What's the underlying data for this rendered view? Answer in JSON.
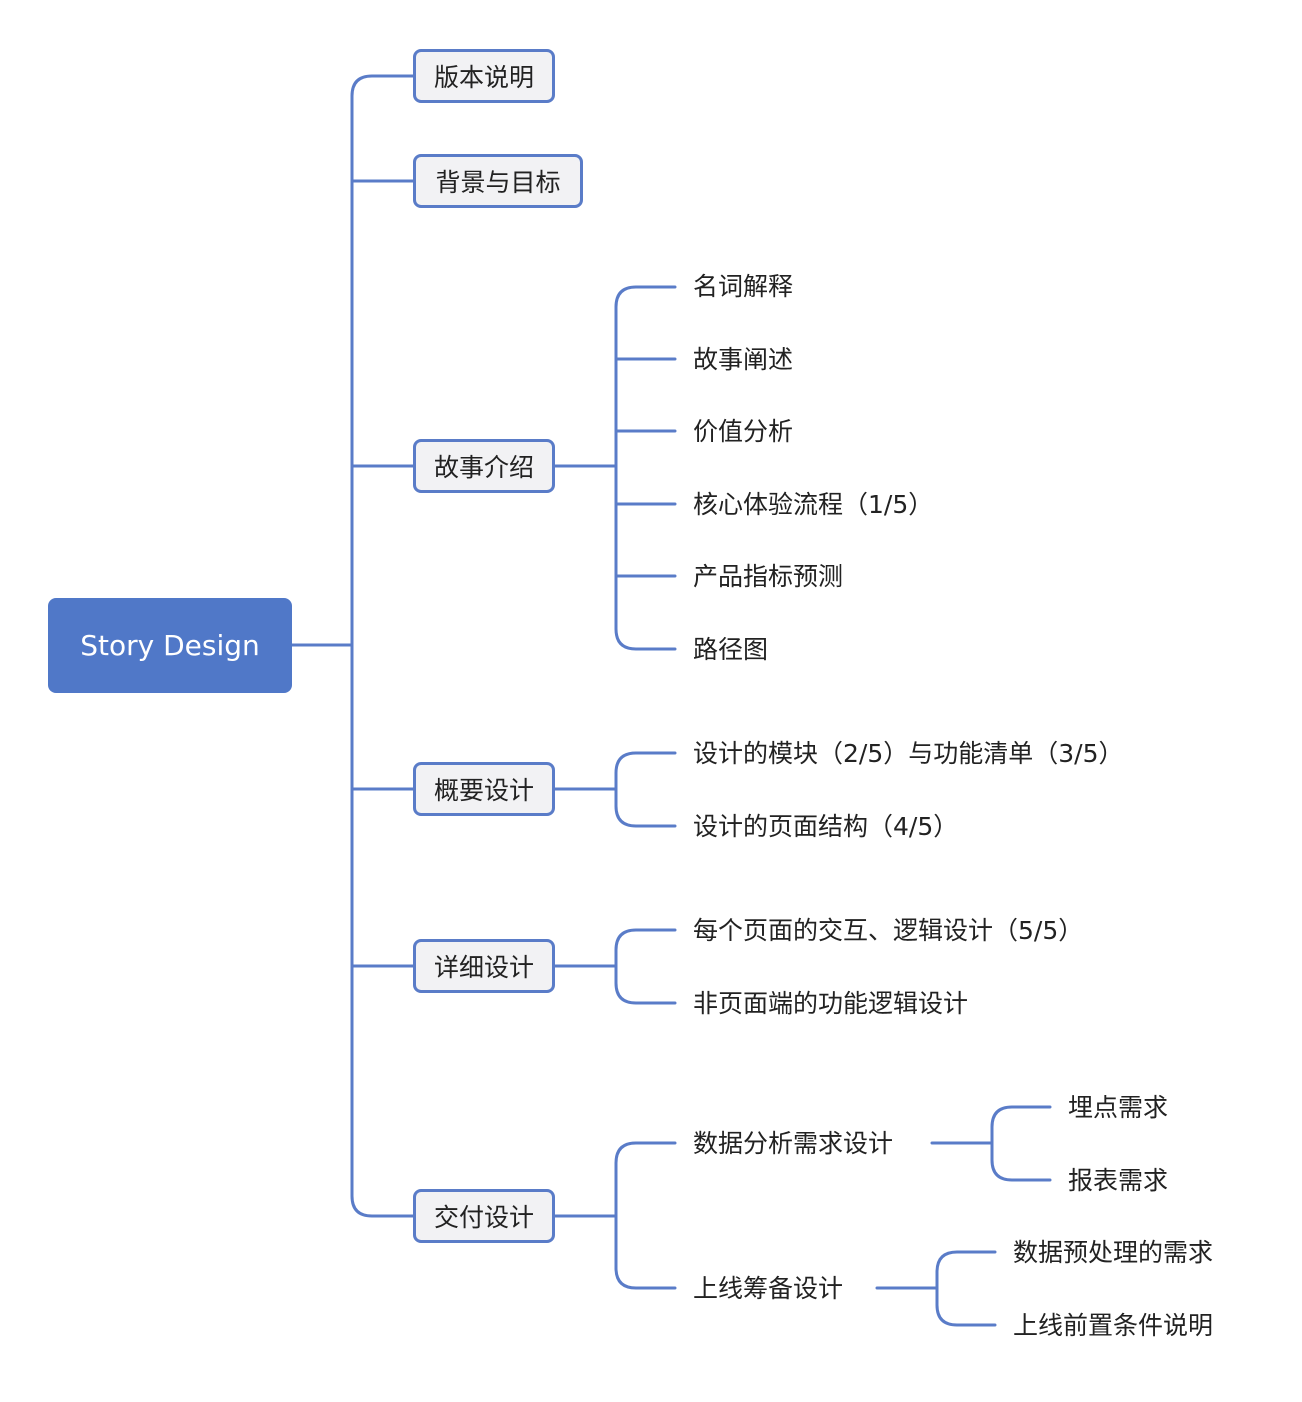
{
  "colors": {
    "line": "#5a7cc8",
    "root_fill": "#5078c8",
    "box_fill": "#f2f2f4",
    "text": "#222222"
  },
  "root": {
    "label": "Story Design"
  },
  "branches": [
    {
      "label": "版本说明",
      "children": []
    },
    {
      "label": "背景与目标",
      "children": []
    },
    {
      "label": "故事介绍",
      "children": [
        {
          "label": "名词解释"
        },
        {
          "label": "故事阐述"
        },
        {
          "label": "价值分析"
        },
        {
          "label": "核心体验流程（1/5）"
        },
        {
          "label": "产品指标预测"
        },
        {
          "label": "路径图"
        }
      ]
    },
    {
      "label": "概要设计",
      "children": [
        {
          "label": "设计的模块（2/5）与功能清单（3/5）"
        },
        {
          "label": "设计的页面结构（4/5）"
        }
      ]
    },
    {
      "label": "详细设计",
      "children": [
        {
          "label": "每个页面的交互、逻辑设计（5/5）"
        },
        {
          "label": "非页面端的功能逻辑设计"
        }
      ]
    },
    {
      "label": "交付设计",
      "children": [
        {
          "label": "数据分析需求设计",
          "children": [
            {
              "label": "埋点需求"
            },
            {
              "label": "报表需求"
            }
          ]
        },
        {
          "label": "上线筹备设计",
          "children": [
            {
              "label": "数据预处理的需求"
            },
            {
              "label": "上线前置条件说明"
            }
          ]
        }
      ]
    }
  ]
}
